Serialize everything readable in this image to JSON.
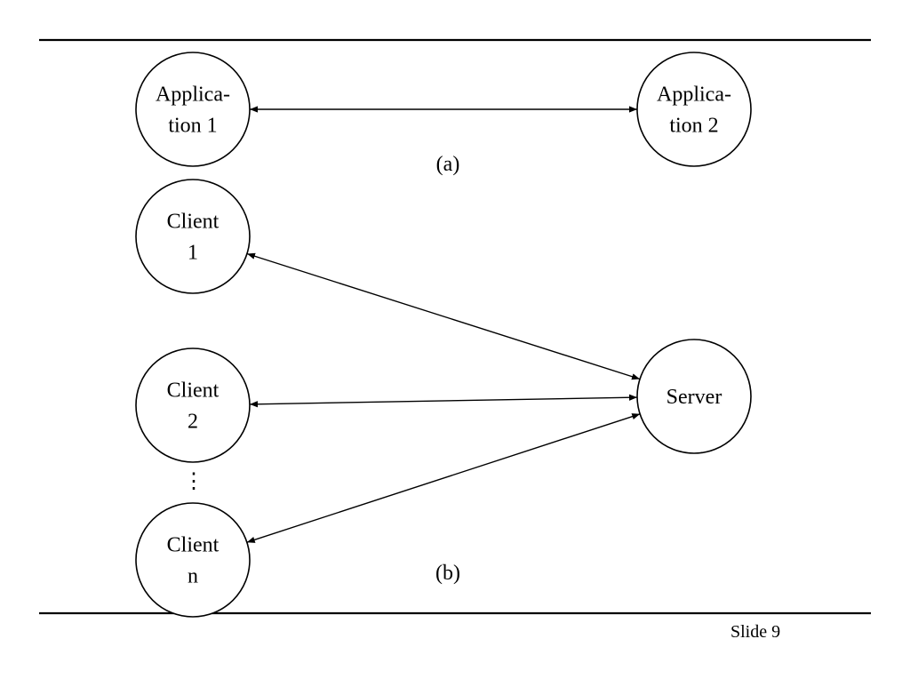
{
  "diagram_a": {
    "caption": "(a)",
    "nodes": [
      {
        "id": "app1",
        "lines": [
          "Applica-",
          "tion 1"
        ]
      },
      {
        "id": "app2",
        "lines": [
          "Applica-",
          "tion 2"
        ]
      }
    ],
    "edges": [
      {
        "from": "app1",
        "to": "app2",
        "bidirectional": true
      }
    ]
  },
  "diagram_b": {
    "caption": "(b)",
    "ellipsis": "⋮",
    "nodes": [
      {
        "id": "client1",
        "lines": [
          "Client",
          "1"
        ]
      },
      {
        "id": "client2",
        "lines": [
          "Client",
          "2"
        ]
      },
      {
        "id": "clientn",
        "lines": [
          "Client",
          "n"
        ]
      },
      {
        "id": "server",
        "lines": [
          "Server"
        ]
      }
    ],
    "edges": [
      {
        "from": "client1",
        "to": "server",
        "bidirectional": true
      },
      {
        "from": "client2",
        "to": "server",
        "bidirectional": true
      },
      {
        "from": "clientn",
        "to": "server",
        "bidirectional": true
      }
    ]
  },
  "footer": {
    "slide_label": "Slide 9"
  }
}
